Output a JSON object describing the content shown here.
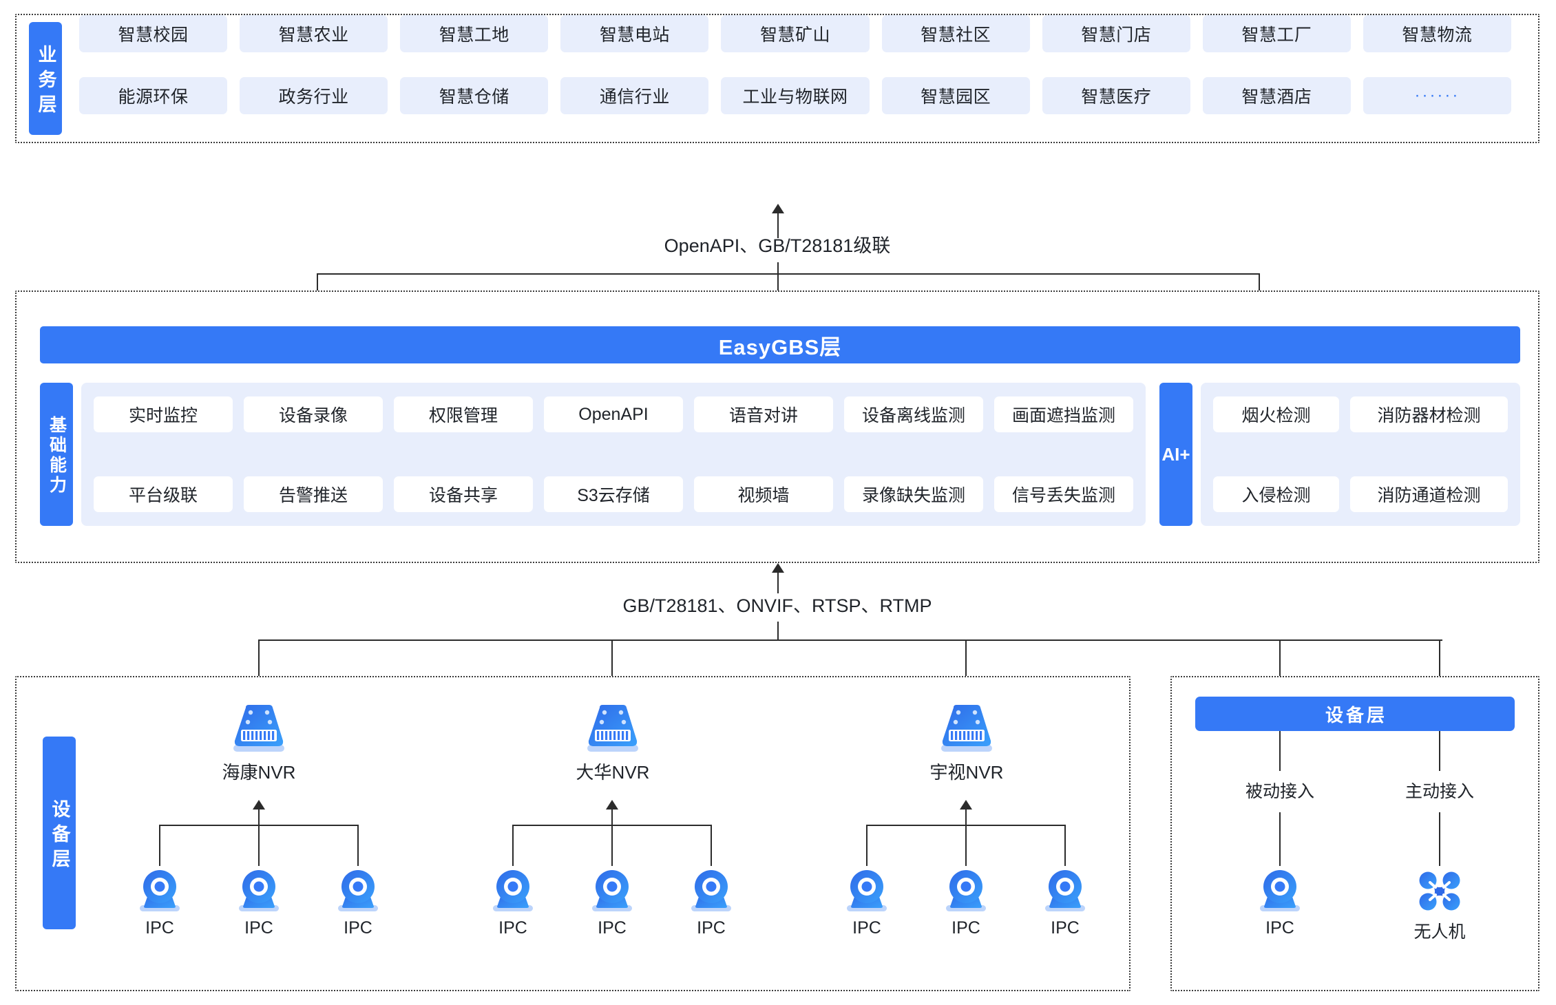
{
  "business_layer": {
    "label": "业务层",
    "items": [
      "智慧校园",
      "智慧农业",
      "智慧工地",
      "智慧电站",
      "智慧矿山",
      "智慧社区",
      "智慧门店",
      "智慧工厂",
      "智慧物流",
      "能源环保",
      "政务行业",
      "智慧仓储",
      "通信行业",
      "工业与物联网",
      "智慧园区",
      "智慧医疗",
      "智慧酒店",
      "······"
    ]
  },
  "connector_top": {
    "label": "OpenAPI、GB/T28181级联"
  },
  "core_layer": {
    "title": "EasyGBS层",
    "capability_label": "基础能力",
    "capabilities": [
      "实时监控",
      "设备录像",
      "权限管理",
      "OpenAPI",
      "语音对讲",
      "设备离线监测",
      "画面遮挡监测",
      "平台级联",
      "告警推送",
      "设备共享",
      "S3云存储",
      "视频墙",
      "录像缺失监测",
      "信号丢失监测"
    ],
    "ai_label": "AI+",
    "ai_items": [
      "烟火检测",
      "消防器材检测",
      "入侵检测",
      "消防通道检测"
    ]
  },
  "connector_bottom": {
    "label": "GB/T28181、ONVIF、RTSP、RTMP"
  },
  "device_layer": {
    "label": "设备层",
    "nvr_groups": [
      {
        "name": "海康NVR",
        "icon": "nvr-icon",
        "children": [
          "IPC",
          "IPC",
          "IPC"
        ]
      },
      {
        "name": "大华NVR",
        "icon": "nvr-icon",
        "children": [
          "IPC",
          "IPC",
          "IPC"
        ]
      },
      {
        "name": "宇视NVR",
        "icon": "nvr-icon",
        "children": [
          "IPC",
          "IPC",
          "IPC"
        ]
      }
    ]
  },
  "device_layer_right": {
    "title": "设备层",
    "branches": [
      {
        "access": "被动接入",
        "device": "IPC",
        "icon": "ipc-camera-icon"
      },
      {
        "access": "主动接入",
        "device": "无人机",
        "icon": "drone-icon"
      }
    ]
  },
  "colors": {
    "accent": "#3579f6",
    "chip_bg": "#e8eefc",
    "panel_border": "#3a3a3a",
    "text": "#1f2329",
    "wire": "#2b2b2b"
  }
}
